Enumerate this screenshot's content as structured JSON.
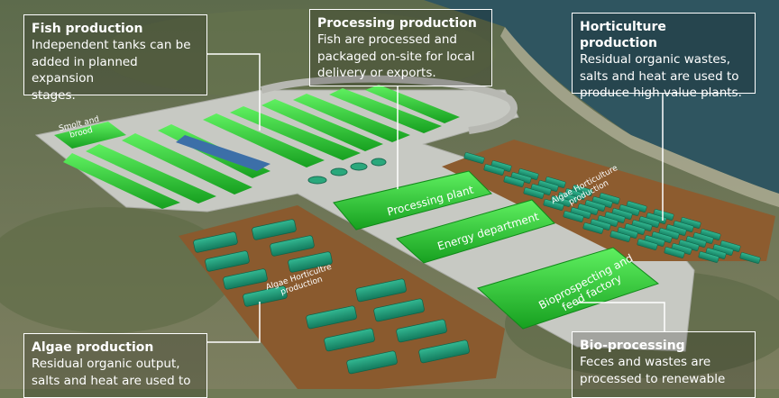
{
  "callouts": {
    "fish": {
      "title": "Fish production",
      "body": "Independent tanks can be\nadded in planned expansion\nstages."
    },
    "processing": {
      "title": "Processing production",
      "body": "Fish are processed and\npackaged on-site for local\ndelivery or exports."
    },
    "horticulture": {
      "title": "Horticulture production",
      "body": "Residual organic wastes,\nsalts and heat are used to\nproduce high value plants."
    },
    "algae": {
      "title": "Algae production",
      "body": "Residual organic output,\nsalts and heat are used to"
    },
    "bio": {
      "title": "Bio-processing",
      "body": "Feces and wastes are\nprocessed to renewable"
    }
  },
  "plant_labels": {
    "smolt": "Smolt and\nbrood",
    "processing_plant": "Processing plant",
    "energy": "Energy department",
    "bioprospecting": "Bioprospecting and\nfeed factory",
    "algae_horticulture_left": "Algae Horticultre\nproduction",
    "algae_horticulture_right": "Algae Horticulture\nproduction"
  },
  "colors": {
    "hill": "#6f7a55",
    "sea": "#2f5560",
    "pad": "#c7c9c3",
    "building_green": "#28c830",
    "algae_pond": "#1f9c7a",
    "soil": "#8a5a2e"
  }
}
